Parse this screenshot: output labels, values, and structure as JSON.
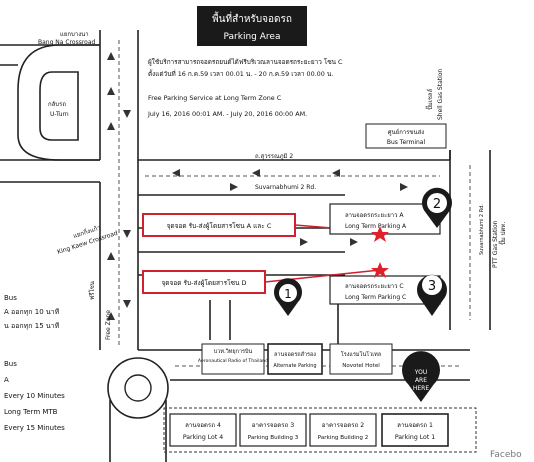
{
  "header": {
    "title_th": "พื้นที่สำหรับจอดรถ",
    "title_en": "Parking Area"
  },
  "notice": {
    "line1": "ผู้ใช้บริการสามารถจอดรถยนต์ได้ฟรีบริเวณลานจอดรถระยะยาว โซน C",
    "line2": "ตั้งแต่วันที่ 16 ก.ค.59 เวลา 00.01 น. - 20 ก.ค.59 เวลา 00.00 น.",
    "line3": "Free Parking Service at Long Term Zone C",
    "line4": "July 16, 2016 00:01 AM. - July 20, 2016 00:00 AM."
  },
  "map_labels": {
    "bangna_th": "แยกบางนา",
    "bangna_en": "Bang Na Crossroad",
    "uturn_th": "กลับรถ",
    "uturn_en": "U-Turn",
    "road2_th": "ถ.สุวรรณภูมิ 2",
    "road2_en": "Suvarnabhumi 2 Rd.",
    "bus_terminal_th": "ศูนย์การขนส่ง",
    "bus_terminal_en": "Bus Terminal",
    "shell_th": "ปั๊มเชลล์",
    "shell_en": "Shell Gas Station",
    "ptt_th": "ปั๊ม ปตท.",
    "ptt_en": "PTT Gas Station",
    "kingkaew_th": "แยกกิ่งแก้ว",
    "kingkaew_en": "King Kaew Crossroad",
    "freezone_th": "ฟรีโซน",
    "freezone_en": "Free Zone",
    "suvarnabhumi_gate": "Suvarnabhumi 2 Rd.",
    "pickup_ab": "จุดจอด รับ-ส่งผู้โดยสารโซน A และ C",
    "pickup_d": "จุดจอด รับ-ส่งผู้โดยสารโซน D",
    "lot_a_th": "ลานจอดรถระยะยาว A",
    "lot_a_en": "Long Term Parking A",
    "lot_c_th": "ลานจอดรถระยะยาว C",
    "lot_c_en": "Long Term Parking C",
    "aeroradio_th": "บวท.วิทยุการบิน",
    "aeroradio_en": "Aeronautical Radio of Thailand",
    "alt_th": "ลานจอดรถสำรอง",
    "alt_en": "Alternate Parking",
    "novotel_th": "โรงแรมโนโวเทล",
    "novotel_en": "Novotel Hotel",
    "lot4_th": "ลานจอดรถ 4",
    "lot4_en": "Parking Lot 4",
    "bld3_th": "อาคารจอดรถ 3",
    "bld3_en": "Parking Building 3",
    "bld2_th": "อาคารจอดรถ 2",
    "bld2_en": "Parking Building 2",
    "lot1_th": "ลานจอดรถ 1",
    "lot1_en": "Parking Lot 1",
    "you_are_here": [
      "YOU",
      "ARE",
      "HERE"
    ],
    "marker1": "1",
    "marker2": "2",
    "marker3": "3",
    "watermark": "Facebo"
  },
  "legend": {
    "bus1": "Bus",
    "line_a": "A ออกทุก 10 นาที",
    "line_b": "น ออกทุก 15 นาที",
    "bus2": "Bus",
    "line_c": "A",
    "line_d": "Every 10 Minutes",
    "line_e": "Long Term MTB",
    "line_f": "Every 15 Minutes"
  },
  "colors": {
    "pickup_border": "#d0212e",
    "star": "#e0202a",
    "header_bg": "#1a1a1a",
    "marker": "#1a1a1a"
  }
}
